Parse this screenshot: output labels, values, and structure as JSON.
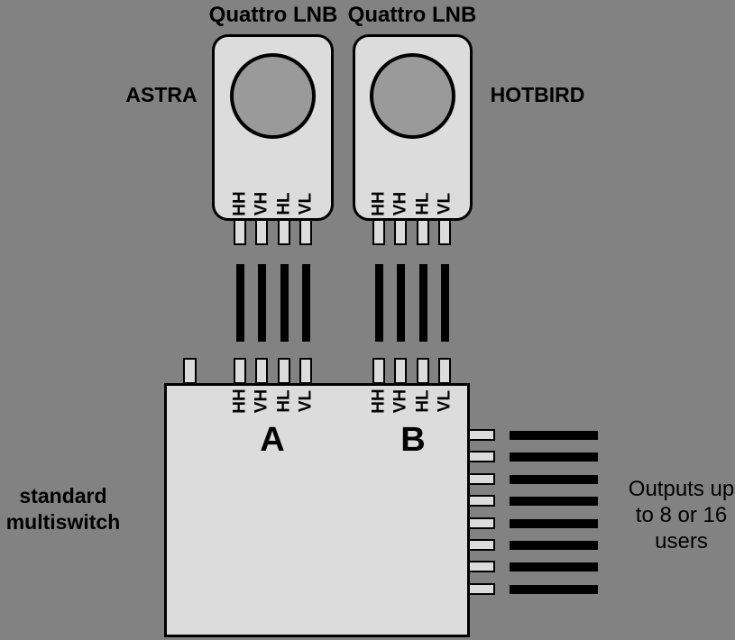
{
  "colors": {
    "background": "#828282",
    "device_fill": "#dcdcdc",
    "feed_circle_fill": "#9a9a9a",
    "cable": "#000000",
    "line": "#000000",
    "text": "#000000"
  },
  "lnbs": [
    {
      "title": "Quattro LNB",
      "satellite": "ASTRA",
      "ports": [
        "HH",
        "VH",
        "HL",
        "VL"
      ]
    },
    {
      "title": "Quattro LNB",
      "satellite": "HOTBIRD",
      "ports": [
        "HH",
        "VH",
        "HL",
        "VL"
      ]
    }
  ],
  "multiswitch": {
    "caption": "standard multiswitch",
    "sections": [
      {
        "name": "A",
        "inputs": [
          "HH",
          "VH",
          "HL",
          "VL"
        ]
      },
      {
        "name": "B",
        "inputs": [
          "HH",
          "VH",
          "HL",
          "VL"
        ]
      }
    ],
    "output_count": 8,
    "outputs_caption": "Outputs up to 8 or 16 users"
  }
}
